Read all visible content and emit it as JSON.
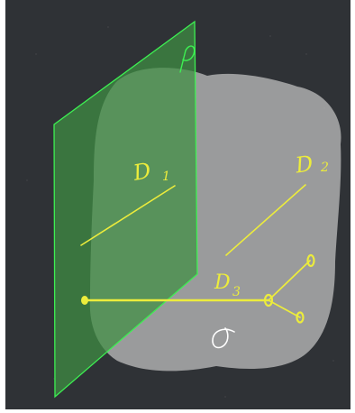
{
  "colors": {
    "board": "#2f3236",
    "frame": "#ffffff",
    "plane_rho_fill": "#3e8f43",
    "plane_rho_edge": "#3df052",
    "plane_sigma_fill": "#b9b9b9",
    "yellow": "#ecec3c",
    "white_ink": "#ffffff"
  },
  "labels": {
    "rho": "ρ",
    "d1": "D",
    "d1_sub": "1",
    "d2": "D",
    "d2_sub": "2",
    "d3": "D",
    "d3_sub": "3",
    "sigma": "σ"
  }
}
